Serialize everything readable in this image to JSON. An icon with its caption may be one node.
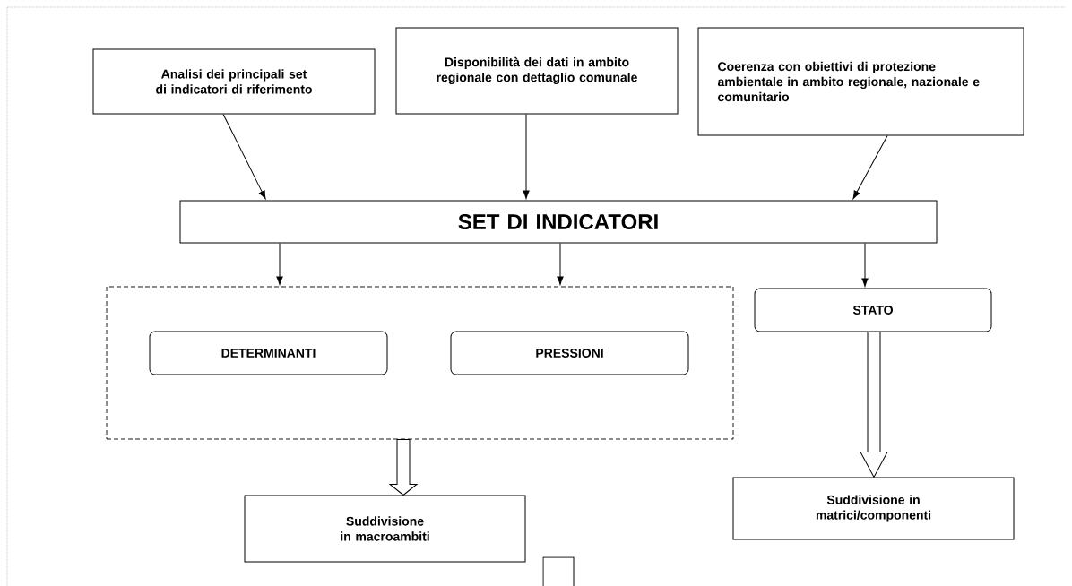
{
  "diagram": {
    "nodes": [
      {
        "text": [
          "Analisi dei principali set di indicatori di riferimento"
        ]
      },
      {
        "text": [
          "Disponibilità dei dati in ambito regionale con dettaglio comunale"
        ]
      },
      {
        "text": [
          "Coerenza con obiettivi di protezione ambientale in ambito regionale, nazionale e comunitario"
        ]
      },
      {
        "text": [
          "SET DI INDICATORI"
        ]
      },
      {
        "text": [],
        "shape": "box"
      },
      {
        "text": [
          "DETERMINANTI"
        ],
        "in": 4
      },
      {
        "text": [
          "PRESSIONI"
        ],
        "in": 4
      },
      {
        "text": [
          "STATO"
        ]
      },
      {
        "text": [
          "Suddivisione in macroambiti"
        ]
      },
      {
        "text": [
          "Suddivisione in matrici/componenti"
        ]
      }
    ],
    "edges": [
      {
        "from": 0,
        "to": 3,
        "arrow": "to"
      },
      {
        "from": 1,
        "to": 3,
        "arrow": "to"
      },
      {
        "from": 2,
        "to": 3,
        "arrow": "to"
      },
      {
        "from": 3,
        "to": 4,
        "arrow": "to"
      },
      {
        "from": 3,
        "to": 4,
        "arrow": "to"
      },
      {
        "from": 3,
        "to": 7,
        "arrow": "to"
      },
      {
        "from": 4,
        "to": 8,
        "arrow": "to",
        "style": "thick"
      },
      {
        "from": 7,
        "to": 9,
        "arrow": "to",
        "style": "thick"
      }
    ]
  }
}
